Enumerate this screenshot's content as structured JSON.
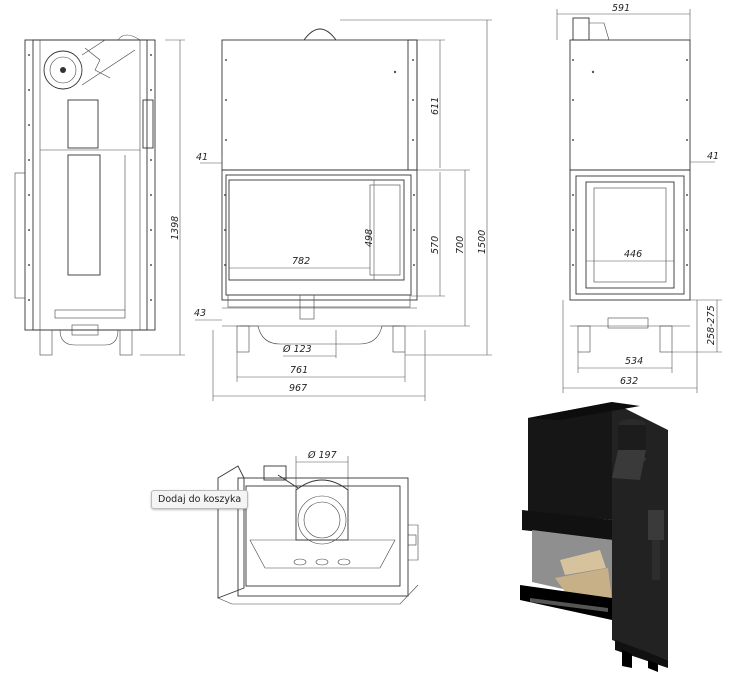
{
  "tooltip": "Dodaj do koszyka",
  "dimensions": {
    "front_width_total": "967",
    "front_width_inner": "761",
    "front_glass_width": "782",
    "front_left_offset": "41",
    "front_bottom_offset": "43",
    "flue_diameter_front": "Ø 123",
    "glass_height": "498",
    "height_570": "570",
    "height_700": "700",
    "height_total": "1500",
    "height_top": "611",
    "side_height": "1398",
    "side_top_width": "591",
    "side_right_offset": "41",
    "side_glass_width": "446",
    "side_leg_range": "258-275",
    "side_width_534": "534",
    "side_width_632": "632",
    "flue_diameter_top": "Ø 197"
  }
}
